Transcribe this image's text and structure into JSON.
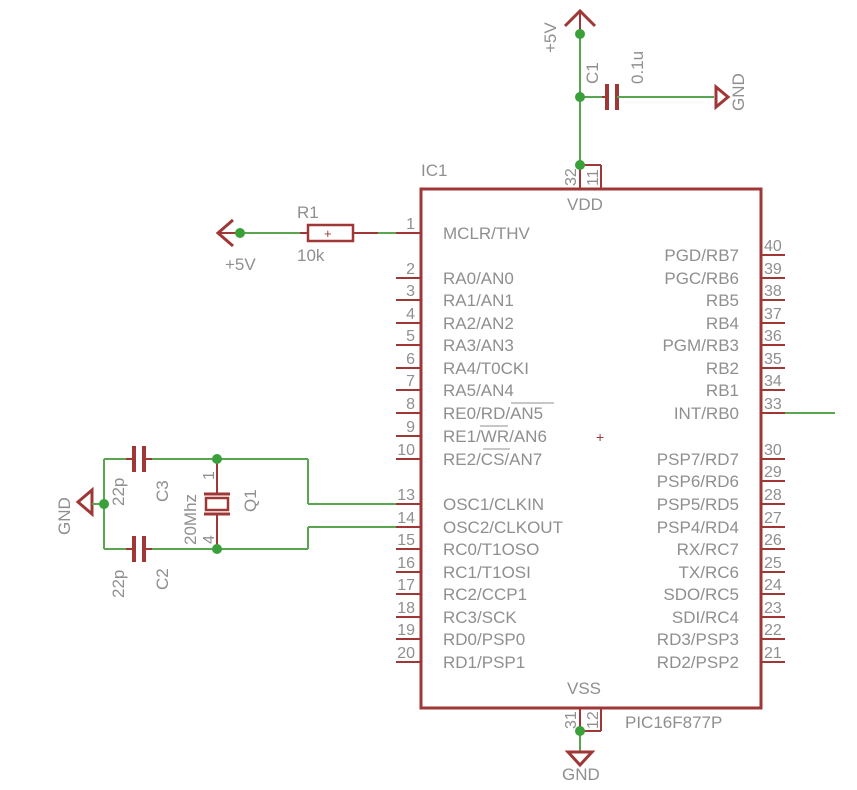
{
  "ic": {
    "name": "IC1",
    "part": "PIC16F877P",
    "vdd_label": "VDD",
    "vss_label": "VSS",
    "vdd_pins": [
      "32",
      "11"
    ],
    "vss_pins": [
      "31",
      "12"
    ]
  },
  "left_pins": [
    {
      "num": "1",
      "name": "MCLR/THV"
    },
    {
      "num": "2",
      "name": "RA0/AN0"
    },
    {
      "num": "3",
      "name": "RA1/AN1"
    },
    {
      "num": "4",
      "name": "RA2/AN2"
    },
    {
      "num": "5",
      "name": "RA3/AN3"
    },
    {
      "num": "6",
      "name": "RA4/T0CKI"
    },
    {
      "num": "7",
      "name": "RA5/AN4"
    },
    {
      "num": "8",
      "name": "RE0/RD/AN5"
    },
    {
      "num": "9",
      "name": "RE1/WR/AN6"
    },
    {
      "num": "10",
      "name": "RE2/CS/AN7"
    },
    {
      "num": "13",
      "name": "OSC1/CLKIN"
    },
    {
      "num": "14",
      "name": "OSC2/CLKOUT"
    },
    {
      "num": "15",
      "name": "RC0/T1OSO"
    },
    {
      "num": "16",
      "name": "RC1/T1OSI"
    },
    {
      "num": "17",
      "name": "RC2/CCP1"
    },
    {
      "num": "18",
      "name": "RC3/SCK"
    },
    {
      "num": "19",
      "name": "RD0/PSP0"
    },
    {
      "num": "20",
      "name": "RD1/PSP1"
    }
  ],
  "right_pins": [
    {
      "num": "40",
      "name": "PGD/RB7"
    },
    {
      "num": "39",
      "name": "PGC/RB6"
    },
    {
      "num": "38",
      "name": "RB5"
    },
    {
      "num": "37",
      "name": "RB4"
    },
    {
      "num": "36",
      "name": "PGM/RB3"
    },
    {
      "num": "35",
      "name": "RB2"
    },
    {
      "num": "34",
      "name": "RB1"
    },
    {
      "num": "33",
      "name": "INT/RB0"
    },
    {
      "num": "30",
      "name": "PSP7/RD7"
    },
    {
      "num": "29",
      "name": "PSP6/RD6"
    },
    {
      "num": "28",
      "name": "PSP5/RD5"
    },
    {
      "num": "27",
      "name": "PSP4/RD4"
    },
    {
      "num": "26",
      "name": "RX/RC7"
    },
    {
      "num": "25",
      "name": "TX/RC6"
    },
    {
      "num": "24",
      "name": "SDO/RC5"
    },
    {
      "num": "23",
      "name": "SDI/RC4"
    },
    {
      "num": "22",
      "name": "RD3/PSP3"
    },
    {
      "num": "21",
      "name": "RD2/PSP2"
    }
  ],
  "r1": {
    "name": "R1",
    "value": "10k"
  },
  "c1": {
    "name": "C1",
    "value": "0.1u"
  },
  "c2": {
    "name": "C2",
    "value": "22p"
  },
  "c3": {
    "name": "C3",
    "value": "22p"
  },
  "q1": {
    "name": "Q1",
    "value": "20Mhz",
    "pin1": "1",
    "pin4": "4"
  },
  "power": {
    "vcc": "+5V",
    "gnd": "GND"
  },
  "colors": {
    "symbol": "#a03737",
    "wire": "#5aa650",
    "junction": "#3aa03a",
    "text": "#8f8f8f"
  }
}
